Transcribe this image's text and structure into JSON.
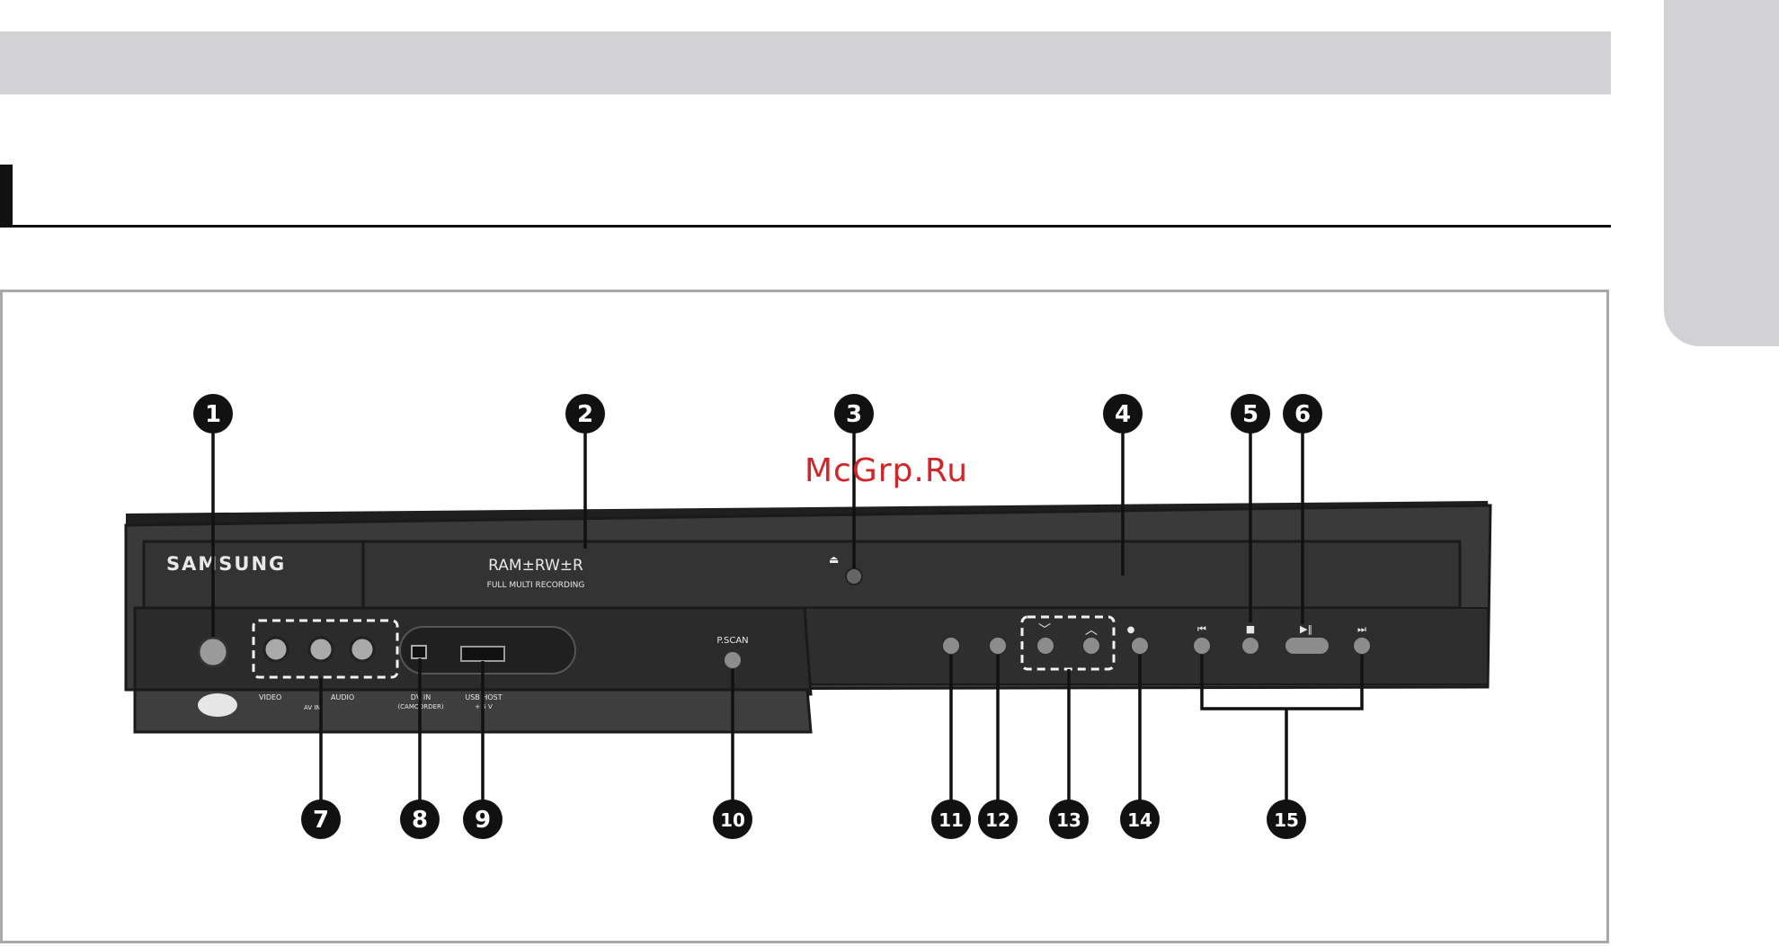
{
  "watermark": "McGrp.Ru",
  "device": {
    "brand": "SAMSUNG",
    "disc_logo": "RAM±RW±R",
    "disc_caption": "FULL MULTI RECORDING",
    "labels": {
      "pscan": "P.SCAN",
      "video": "VIDEO",
      "audio": "AUDIO",
      "av_in": "AV IN",
      "dv_in": "DV IN",
      "camcorder": "(CAMCORDER)",
      "usb_host": "USB HOST",
      "usb_sub": "+ 5 V"
    },
    "symbols": {
      "eject": "⏏",
      "down": "﹀",
      "up": "︿",
      "rec": "●",
      "prev": "⏮",
      "stop": "■",
      "play_pause": "▶‖",
      "next": "⏭"
    }
  },
  "callouts": [
    "1",
    "2",
    "3",
    "4",
    "5",
    "6",
    "7",
    "8",
    "9",
    "10",
    "11",
    "12",
    "13",
    "14",
    "15"
  ],
  "colors": {
    "panel": "#3a3a3a",
    "panel_dark": "#262626",
    "button": "#8c8c8c",
    "header_band": "#d2d2d4",
    "watermark": "#d0262a"
  }
}
